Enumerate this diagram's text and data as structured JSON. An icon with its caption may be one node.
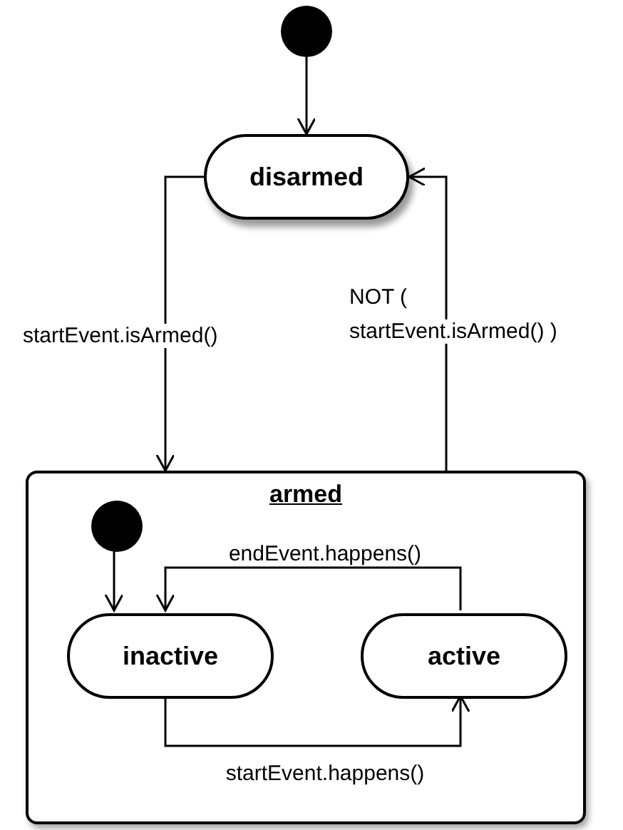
{
  "diagram": {
    "nodes": [
      {
        "text": [],
        "shape": "circle"
      },
      {
        "text": [
          "disarmed"
        ]
      },
      {
        "text": [
          "armed"
        ]
      },
      {
        "text": [],
        "shape": "circle",
        "in": 2
      },
      {
        "text": [
          "inactive"
        ],
        "in": 2
      },
      {
        "text": [
          "active"
        ],
        "in": 2
      }
    ],
    "edges": [
      {
        "from": 0,
        "to": 1,
        "arrow": "to"
      },
      {
        "from": 1,
        "to": 2,
        "arrow": "to",
        "label": "startEvent.isArmed()"
      },
      {
        "from": 2,
        "to": 1,
        "arrow": "to",
        "label": "NOT ( startEvent.isArmed() )"
      },
      {
        "from": 3,
        "to": 4,
        "arrow": "to"
      },
      {
        "from": 5,
        "to": 4,
        "arrow": "to",
        "label": "endEvent.happens()"
      },
      {
        "from": 4,
        "to": 5,
        "arrow": "to",
        "label": "startEvent.happens()"
      }
    ]
  }
}
